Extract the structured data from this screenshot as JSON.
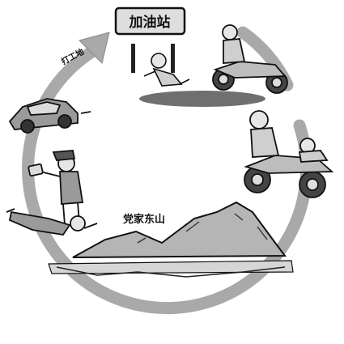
{
  "sign": {
    "label": "加油站"
  },
  "arrow": {
    "label": "打工地"
  },
  "mountain": {
    "label": "党家东山"
  },
  "colors": {
    "cycle_ring": "#a9a9a9",
    "ink": "#111111",
    "shadow": "#6f6f6f",
    "mountain_fill": "#b5b5b5"
  },
  "icons": {
    "car": "car-icon",
    "scooter": "motor-tricycle-icon",
    "sign": "gas-station-sign-icon"
  }
}
